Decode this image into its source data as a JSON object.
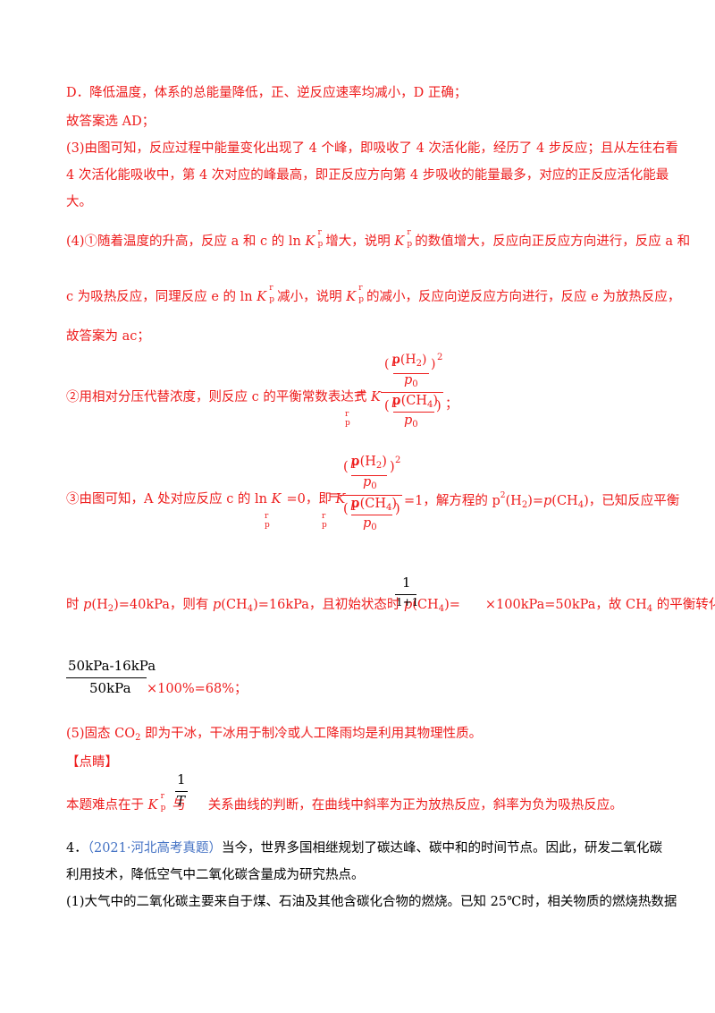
{
  "p1": "D．降低温度，体系的总能量降低，正、逆反应速率均减小，D 正确；",
  "p2": "故答案选 AD；",
  "p3a": "(3)由图可知，反应过程中能量变化出现了 4 个峰，即吸收了 4 次活化能，经历了 4 步反应；且从左往右看",
  "p3b": "4 次活化能吸收中，第 4 次对应的峰最高，即正反应方向第 4 步吸收的能量最多，对应的正反应活化能最",
  "p3c": "大。",
  "p4a_1": "(4)①随着温度的升高，反应 a 和 c 的 ln ",
  "p4a_2": "增大，说明 ",
  "p4a_3": "的数值增大，反应向正反应方向进行，反应 a 和",
  "p4b_1": "c 为吸热反应，同理反应 e 的 ln ",
  "p4b_2": "减小，说明 ",
  "p4b_3": "的减小，反应向逆反应方向进行，反应 e 为放热反应，",
  "p4c": "故答案为 ac；",
  "k_letter": "K",
  "k_r": "r",
  "k_p": "p",
  "p5_text": "②用相对分压代替浓度，则反应 c 的平衡常数表达式 ",
  "p5_end": "；",
  "frac_h2": "p(H",
  "frac_h2_sub": "2",
  "frac_close": ")",
  "frac_sq": "2",
  "frac_p0": "p",
  "frac_p0_sub": "0",
  "frac_ch4": "p(CH",
  "frac_ch4_sub": "4",
  "eq": "=",
  "p6_1": "③由图可知，A 处对应反应 c 的 ln ",
  "p6_2": "=0，即 ",
  "p6_3": "=1，解方程的 p",
  "p6_3b": "2",
  "p6_3c": "(H",
  "p6_3d": "2",
  "p6_3e": ")=",
  "p6_3f": "p",
  "p6_3g": "(CH",
  "p6_3h": "4",
  "p6_3i": ")，已知反应平衡",
  "p7_1": "时 ",
  "p7_p": "p",
  "p7_2": "(H",
  "p7_2s": "2",
  "p7_3": ")=40kPa，则有 ",
  "p7_4": "(CH",
  "p7_4s": "4",
  "p7_5": ")=16kPa，且初始状态时 ",
  "p7_6": ")=",
  "p7_num": "1",
  "p7_den": "1+1",
  "p7_7": "×100kPa=50kPa，故 CH",
  "p7_8": " 的平衡转化率为",
  "p8_num": "50kPa-16kPa",
  "p8_den": "50kPa",
  "p8_tail": "×100%=68%；",
  "p9_1": "(5)固态 CO",
  "p9_s": "2",
  "p9_2": " 即为干冰，干冰用于制冷或人工降雨均是利用其物理性质。",
  "dianjing": "【点睛】",
  "p10_1": "本题难点在于 ",
  "p10_2": " 与 ",
  "p10_num": "1",
  "p10_den": "T",
  "p10_3": " 关系曲线的判断，在曲线中斜率为正为放热反应，斜率为负为吸热反应。",
  "q4_num": "4．",
  "q4_tag": "（2021·河北高考真题）",
  "q4_1": "当今，世界多国相继规划了碳达峰、碳中和的时间节点。因此，研发二氧化碳",
  "q4_2": "利用技术，降低空气中二氧化碳含量成为研究热点。",
  "q4_3": "(1)大气中的二氧化碳主要来自于煤、石油及其他含碳化合物的燃烧。已知 25℃时，相关物质的燃烧热数据"
}
